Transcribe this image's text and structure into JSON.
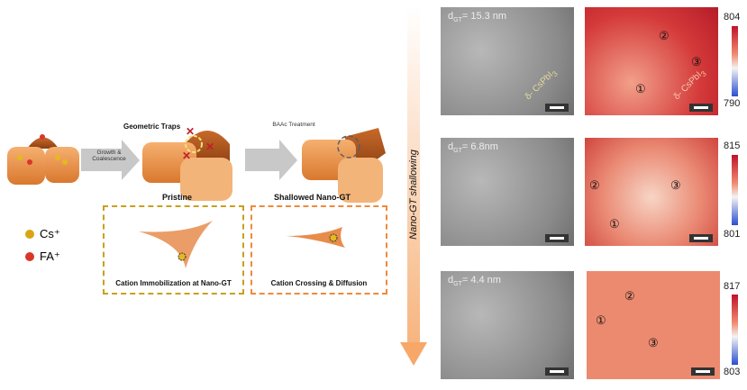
{
  "schematic": {
    "arrow1_label": "Growth & Coalescence",
    "arrow2_label": "BAAc Treatment",
    "geometric_traps": "Geometric Traps",
    "pristine": "Pristine",
    "shallowed": "Shallowed Nano-GT",
    "box1_caption": "Cation Immobilization at Nano-GT",
    "box2_caption": "Cation Crossing & Diffusion",
    "legend": [
      {
        "label": "Cs⁺",
        "color": "#d9a514"
      },
      {
        "label": "FA⁺",
        "color": "#d9362a"
      }
    ]
  },
  "vertical_arrow_label": "Nano-GT shallowing",
  "rows": [
    {
      "dgt": "d",
      "sub": "GT",
      "value": "= 15.3 nm",
      "phase": "δ- CsPbI",
      "phase_sub": "3",
      "cmax": "804",
      "cmin": "790",
      "markers": [
        "②",
        "③",
        "①"
      ]
    },
    {
      "dgt": "d",
      "sub": "GT",
      "value": "= 6.8nm",
      "cmax": "815",
      "cmin": "801",
      "markers": [
        "②",
        "③",
        "①"
      ]
    },
    {
      "dgt": "d",
      "sub": "GT",
      "value": "= 4.4 nm",
      "cmax": "817",
      "cmin": "803",
      "markers": [
        "②",
        "①",
        "③"
      ]
    }
  ]
}
